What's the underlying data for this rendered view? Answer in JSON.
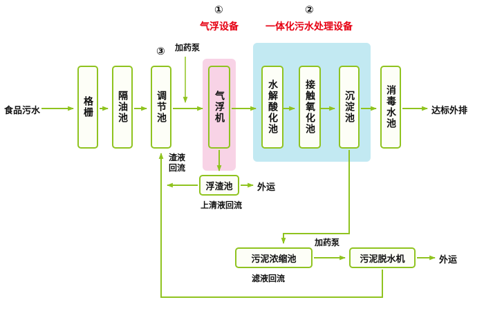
{
  "diagram": {
    "annotations": {
      "num1": "①",
      "num2": "②",
      "num3": "③",
      "equipment1": "气浮设备",
      "equipment2": "一体化污水处理设备"
    },
    "endpoints": {
      "input": "食品污水",
      "discharge": "达标外排",
      "outward_scum": "外运",
      "outward_sludge": "外运"
    },
    "nodes": {
      "grid": "格栅",
      "oil_separator": "隔油池",
      "regulating_tank": "调节池",
      "air_flotation": "气浮机",
      "hydrolysis_acidification": "水解酸化池",
      "contact_oxidation": "接触氧化池",
      "sedimentation": "沉淀池",
      "disinfection": "消毒水池",
      "scum_tank": "浮渣池",
      "sludge_thickener": "污泥浓缩池",
      "sludge_dewatering": "污泥脱水机"
    },
    "flow_labels": {
      "dosing_pump_top": "加药泵",
      "dosing_pump_bottom": "加药泵",
      "slag_liquid_reflux": "渣液回流",
      "supernatant_reflux": "上清液回流",
      "filtrate_reflux": "滤液回流"
    },
    "colors": {
      "line": "#8fc31f",
      "pink_panel": "#f8d3e6",
      "blue_panel": "#c2e9f2",
      "red_label": "#e60012"
    }
  }
}
